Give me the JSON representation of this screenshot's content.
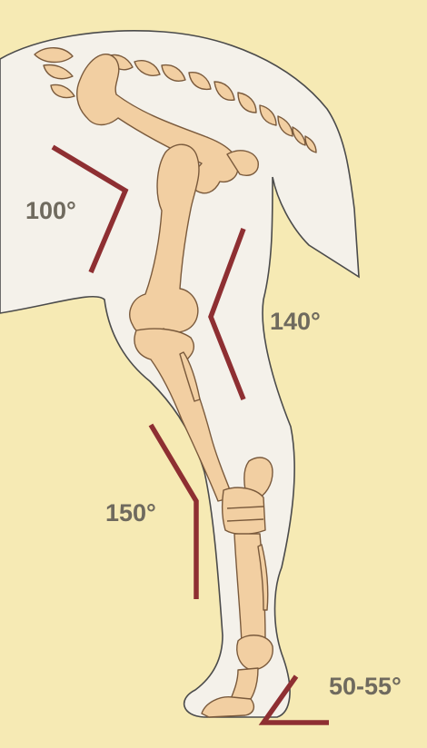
{
  "figure": {
    "colors": {
      "background": "#f6eab4",
      "skin_fill": "#f4f1ea",
      "outline": "#4b4b4b",
      "bone_fill": "#f2cfa2",
      "bone_stroke": "#7a5a3c",
      "angle_line": "#8e2f32",
      "label_text": "#6f6a5e"
    },
    "angles": [
      {
        "joint": "hip",
        "label": "100°"
      },
      {
        "joint": "stifle",
        "label": "140°"
      },
      {
        "joint": "hock",
        "label": "150°"
      },
      {
        "joint": "hoof",
        "label": "50-55°"
      }
    ]
  }
}
